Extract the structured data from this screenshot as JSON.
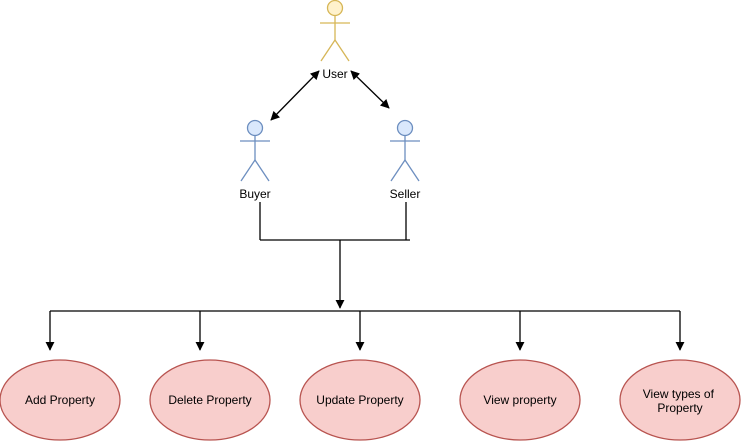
{
  "actors": {
    "user": {
      "label": "User",
      "stroke": "#d6b656",
      "fill": "#fff2cc"
    },
    "buyer": {
      "label": "Buyer",
      "stroke": "#6c8ebf",
      "fill": "#dae8fc"
    },
    "seller": {
      "label": "Seller",
      "stroke": "#6c8ebf",
      "fill": "#dae8fc"
    }
  },
  "use_cases": [
    {
      "label": "Add Property"
    },
    {
      "label": "Delete Property"
    },
    {
      "label": "Update Property"
    },
    {
      "label": "View property"
    },
    {
      "label_lines": [
        "View types of",
        "Property"
      ]
    }
  ],
  "colors": {
    "use_case_fill": "#f8cecc",
    "use_case_stroke": "#b85450",
    "connector": "#000000"
  }
}
